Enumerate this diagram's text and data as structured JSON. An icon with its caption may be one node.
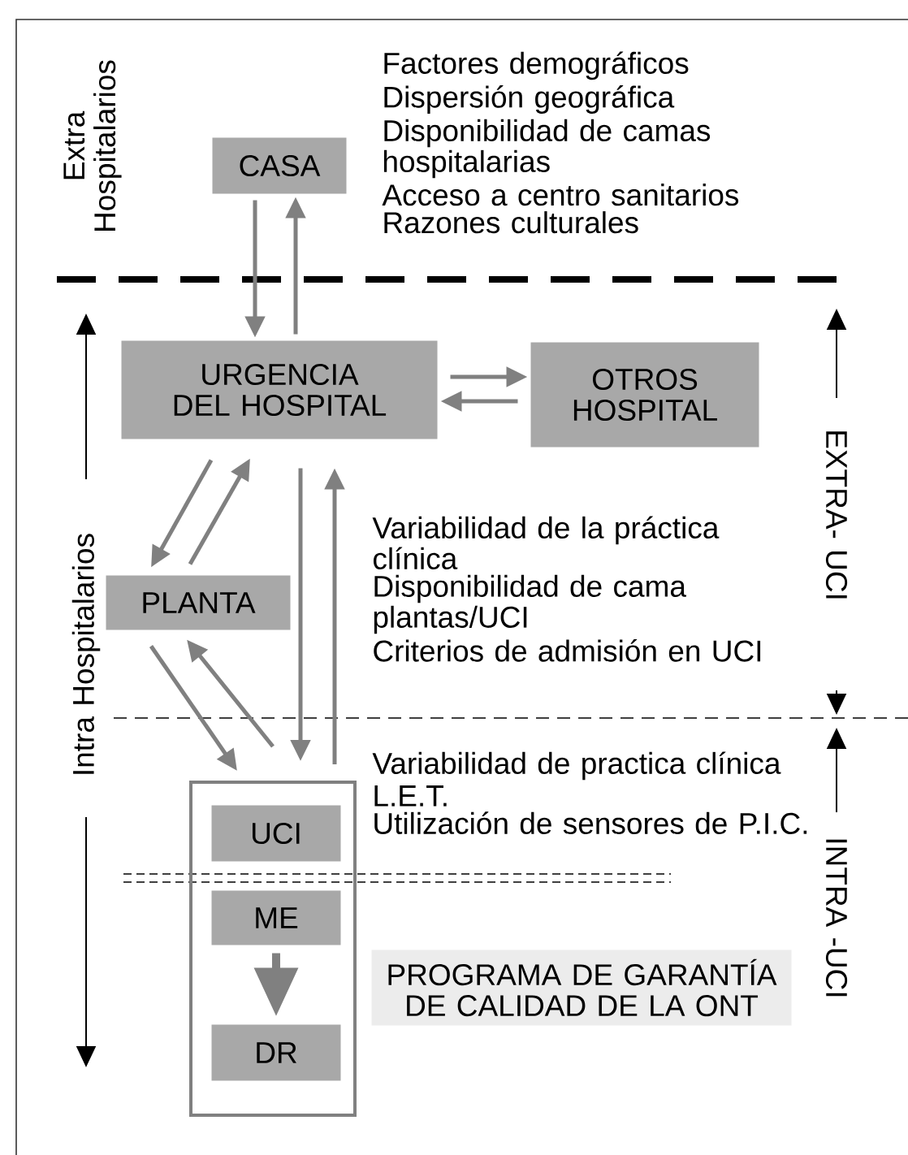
{
  "diagram": {
    "nodes": [
      {
        "text": [
          "CASA"
        ]
      },
      {
        "text": [
          "URGENCIA DEL HOSPITAL"
        ]
      },
      {
        "text": [
          "OTROS HOSPITAL"
        ]
      },
      {
        "text": [
          "PLANTA"
        ]
      },
      {
        "text": [],
        "shape": "box"
      },
      {
        "text": [
          "UCI"
        ],
        "in": 4
      },
      {
        "text": [
          "ME"
        ],
        "in": 4
      },
      {
        "text": [
          "DR"
        ],
        "in": 4
      },
      {
        "text": [
          "PROGRAMA DE GARANTÍA DE CALIDAD DE LA ONT"
        ]
      }
    ],
    "edges": [
      {
        "from": 0,
        "to": 1,
        "arrow": "to"
      },
      {
        "from": 1,
        "to": 0,
        "arrow": "to"
      },
      {
        "from": 1,
        "to": 2,
        "arrow": "to"
      },
      {
        "from": 2,
        "to": 1,
        "arrow": "to"
      },
      {
        "from": 1,
        "to": 3,
        "arrow": "to"
      },
      {
        "from": 3,
        "to": 1,
        "arrow": "to"
      },
      {
        "from": 3,
        "to": 4,
        "arrow": "to"
      },
      {
        "from": 4,
        "to": 3,
        "arrow": "to"
      },
      {
        "from": 1,
        "to": 4,
        "arrow": "to"
      },
      {
        "from": 4,
        "to": 1,
        "arrow": "to"
      },
      {
        "from": 6,
        "to": 7,
        "arrow": "to",
        "style": "thick"
      }
    ],
    "labels": [
      "Extra Hospitalarios",
      "Factores demográficos",
      "Dispersión geográfica",
      "Disponibilidad de camas hospitalarias",
      "Acceso a centro sanitarios",
      "Razones culturales",
      "EXTRA- UCI",
      "Intra Hospitalarios",
      "Variabilidad de la práctica clínica",
      "Disponibilidad de cama plantas/UCI",
      "Criterios de admisión en UCI",
      "Variabilidad de practica clínica",
      "L.E.T.",
      "Utilización de sensores de P.I.C.",
      "INTRA -UCI"
    ]
  }
}
